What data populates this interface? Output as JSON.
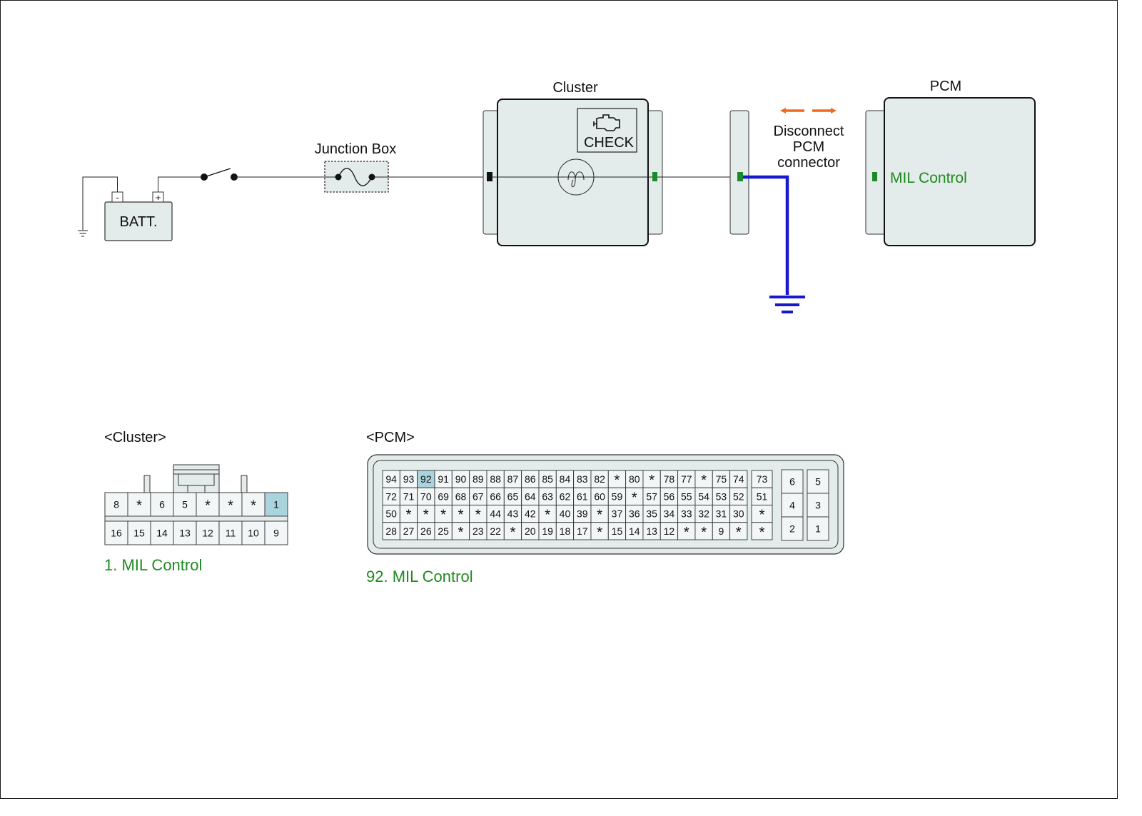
{
  "labels": {
    "cluster": "Cluster",
    "pcm": "PCM",
    "junction_box": "Junction Box",
    "battery": "BATT.",
    "check": "CHECK",
    "battery_minus": "-",
    "battery_plus": "+",
    "disconnect_line1": "Disconnect",
    "disconnect_line2": "PCM",
    "disconnect_line3": "connector",
    "pcm_mil_control": "MIL Control"
  },
  "cluster_connector": {
    "title": "<Cluster>",
    "top_row": [
      "8",
      "*",
      "6",
      "5",
      "*",
      "*",
      "*",
      "1"
    ],
    "bottom_row": [
      "16",
      "15",
      "14",
      "13",
      "12",
      "11",
      "10",
      "9"
    ],
    "highlight": "1",
    "caption": "1. MIL Control"
  },
  "pcm_connector": {
    "title": "<PCM>",
    "main_rows": [
      [
        "94",
        "93",
        "92",
        "91",
        "90",
        "89",
        "88",
        "87",
        "86",
        "85",
        "84",
        "83",
        "82",
        "*",
        "80",
        "*",
        "78",
        "77",
        "*",
        "75",
        "74"
      ],
      [
        "72",
        "71",
        "70",
        "69",
        "68",
        "67",
        "66",
        "65",
        "64",
        "63",
        "62",
        "61",
        "60",
        "59",
        "*",
        "57",
        "56",
        "55",
        "54",
        "53",
        "52"
      ],
      [
        "50",
        "*",
        "*",
        "*",
        "*",
        "*",
        "44",
        "43",
        "42",
        "*",
        "40",
        "39",
        "*",
        "37",
        "36",
        "35",
        "34",
        "33",
        "32",
        "31",
        "30"
      ],
      [
        "28",
        "27",
        "26",
        "25",
        "*",
        "23",
        "22",
        "*",
        "20",
        "19",
        "18",
        "17",
        "*",
        "15",
        "14",
        "13",
        "12",
        "*",
        "*",
        "9",
        "*"
      ]
    ],
    "side_column": [
      "73",
      "51",
      "*",
      "*"
    ],
    "power_block": [
      [
        "6",
        "5"
      ],
      [
        "4",
        "3"
      ],
      [
        "2",
        "1"
      ]
    ],
    "highlight": "92",
    "caption": "92. MIL Control"
  },
  "colors": {
    "component_fill": "#e4ebeb",
    "highlight_pin": "#a9d3dd",
    "ground_wire": "#1818d0",
    "pin_green": "#1a8a2a",
    "caption_green": "#1f8a1f",
    "arrow_orange": "#ee6a1a"
  },
  "icons": [
    "engine-check-icon",
    "lamp-bulb-icon",
    "fuse-icon",
    "switch-icon",
    "ground-icon",
    "double-arrow-icon"
  ]
}
